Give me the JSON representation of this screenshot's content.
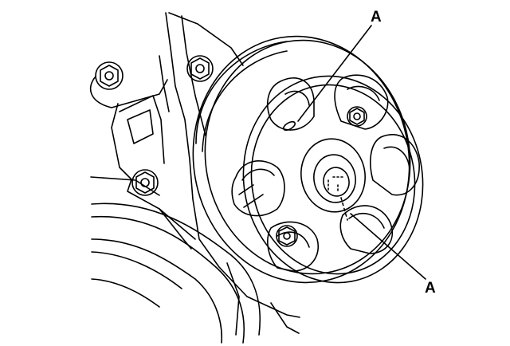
{
  "diagram": {
    "callouts": [
      {
        "id": "top",
        "label": "A"
      },
      {
        "id": "bottom",
        "label": "A"
      }
    ],
    "colors": {
      "ink": "#000000",
      "paper": "#ffffff"
    }
  }
}
